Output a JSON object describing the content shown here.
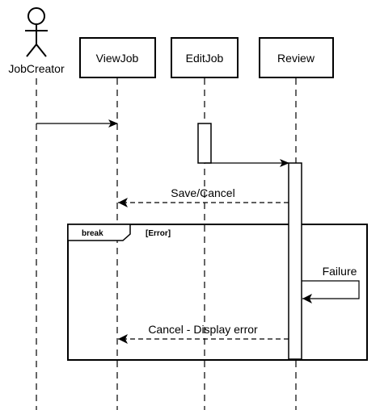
{
  "participants": {
    "actor": {
      "label": "JobCreator"
    },
    "view_job": {
      "label": "ViewJob"
    },
    "edit_job": {
      "label": "EditJob"
    },
    "review": {
      "label": "Review"
    }
  },
  "messages": {
    "save_cancel": {
      "label": "Save/Cancel"
    },
    "failure": {
      "label": "Failure"
    },
    "cancel_display_error": {
      "label": "Cancel - Display error"
    }
  },
  "fragment": {
    "operator": "break",
    "guard": "[Error]"
  }
}
